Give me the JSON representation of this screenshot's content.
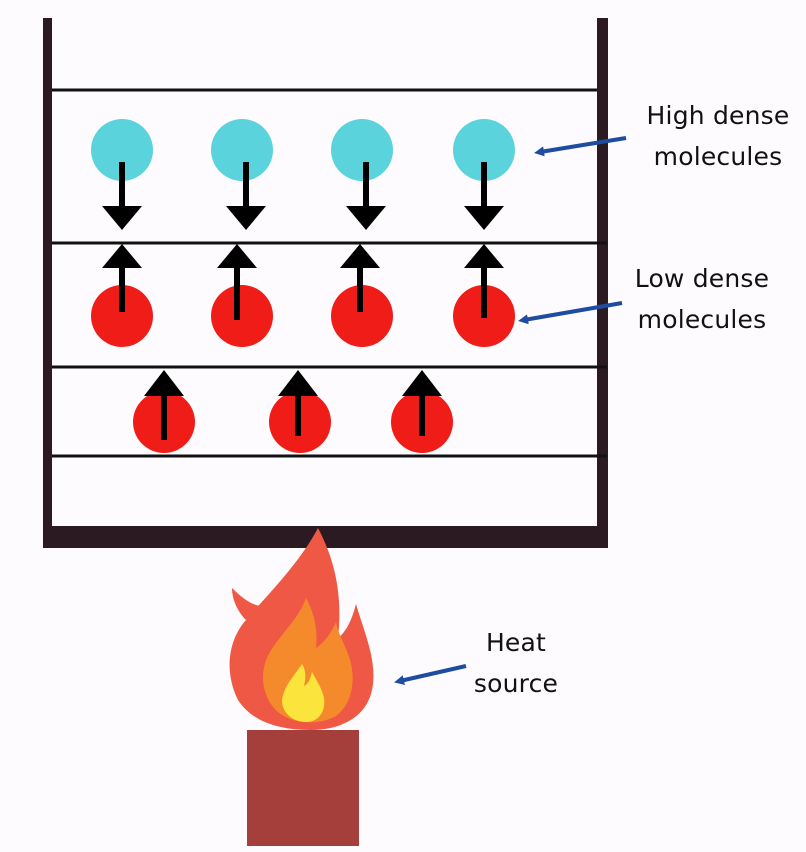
{
  "colors": {
    "background": "#fdfbfd",
    "container_wall": "#2b1a22",
    "layer_line": "#111111",
    "high_dense_molecule": "#5ad3dc",
    "low_dense_molecule": "#f01c17",
    "motion_arrow": "#000000",
    "pointer_arrow": "#1e4ca0",
    "flame_outer": "#ef5845",
    "flame_middle": "#f58a2c",
    "flame_inner": "#fbe43c",
    "burner": "#a53f3c"
  },
  "labels": {
    "high_dense": [
      "High dense",
      "molecules"
    ],
    "low_dense": [
      "Low dense",
      "molecules"
    ],
    "heat_source": [
      "Heat",
      "source"
    ]
  },
  "icons": {
    "flame": "flame-icon",
    "burner": "burner-block"
  }
}
